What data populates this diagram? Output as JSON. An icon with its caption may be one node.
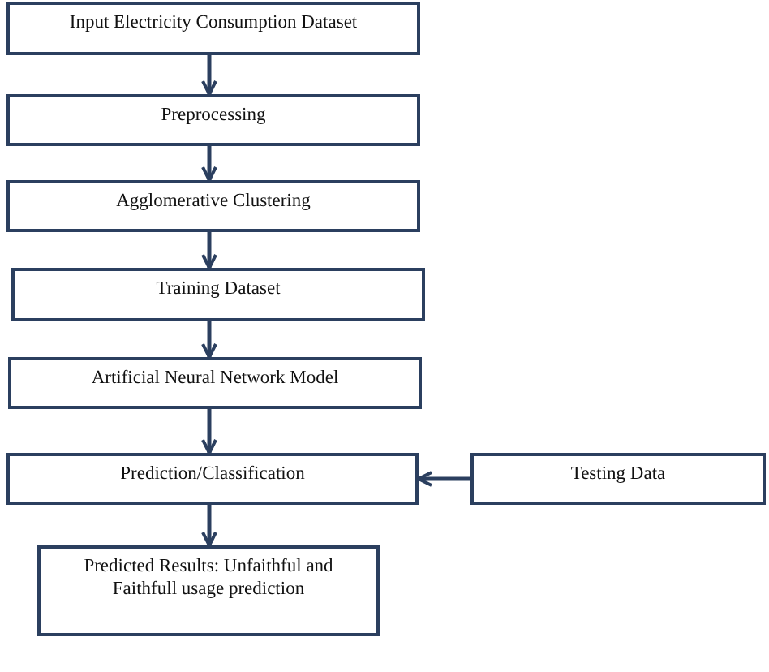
{
  "diagram": {
    "nodes": [
      {
        "text": [
          "Input Electricity Consumption Dataset"
        ]
      },
      {
        "text": [
          "Preprocessing"
        ]
      },
      {
        "text": [
          "Agglomerative Clustering"
        ]
      },
      {
        "text": [
          "Training Dataset"
        ]
      },
      {
        "text": [
          "Artificial Neural Network Model"
        ]
      },
      {
        "text": [
          "Prediction/Classification"
        ]
      },
      {
        "text": [
          "Testing Data"
        ]
      },
      {
        "text": [
          "Predicted Results: Unfaithful and Faithfull usage prediction"
        ]
      }
    ],
    "edges": [
      {
        "from": 0,
        "to": 1,
        "arrow": "to"
      },
      {
        "from": 1,
        "to": 2,
        "arrow": "to"
      },
      {
        "from": 2,
        "to": 3,
        "arrow": "to"
      },
      {
        "from": 3,
        "to": 4,
        "arrow": "to"
      },
      {
        "from": 4,
        "to": 5,
        "arrow": "to"
      },
      {
        "from": 6,
        "to": 5,
        "arrow": "to"
      },
      {
        "from": 5,
        "to": 7,
        "arrow": "to"
      }
    ]
  }
}
